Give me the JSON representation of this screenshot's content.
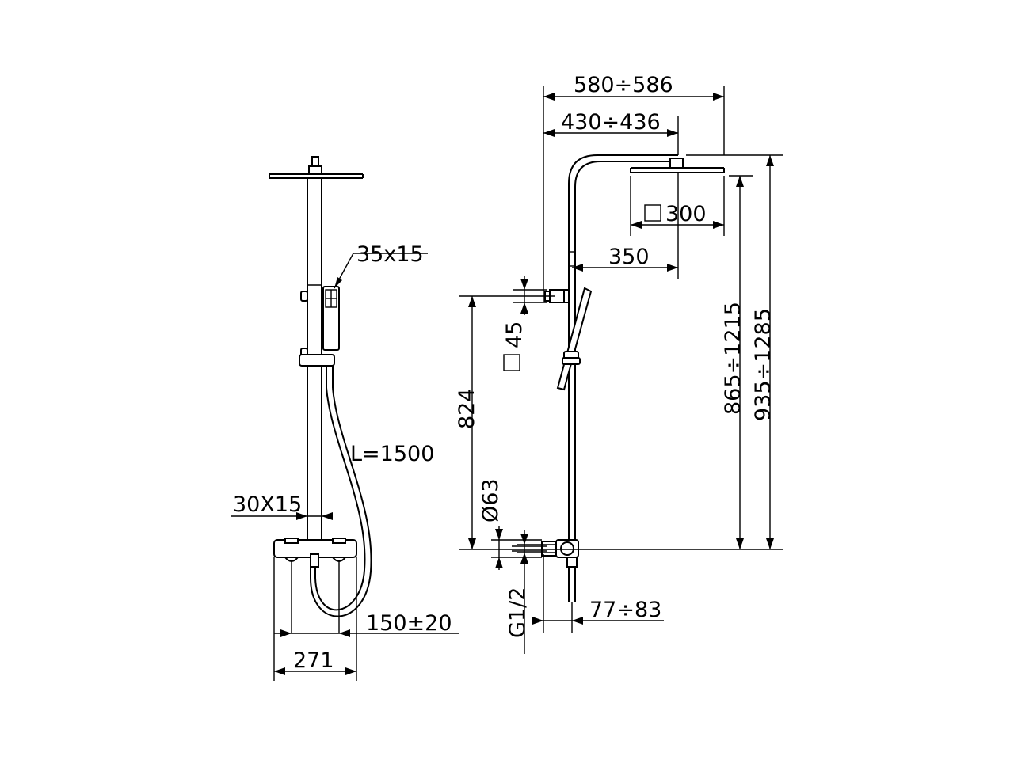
{
  "dimensions": {
    "handshower_section": "35x15",
    "hose_length": "L=1500",
    "bar_section": "30X15",
    "inlet_spacing": "150±20",
    "mixer_width": "271",
    "total_reach": "580÷586",
    "arm_reach": "430÷436",
    "head_size": "300",
    "bar_offset": "350",
    "bracket_size": "45",
    "height_824": "824",
    "flange_diameter": "Ø63",
    "connection_thread": "G1/2",
    "wall_offset": "77÷83",
    "height_range_1": "865÷1215",
    "height_range_2": "935÷1285"
  }
}
